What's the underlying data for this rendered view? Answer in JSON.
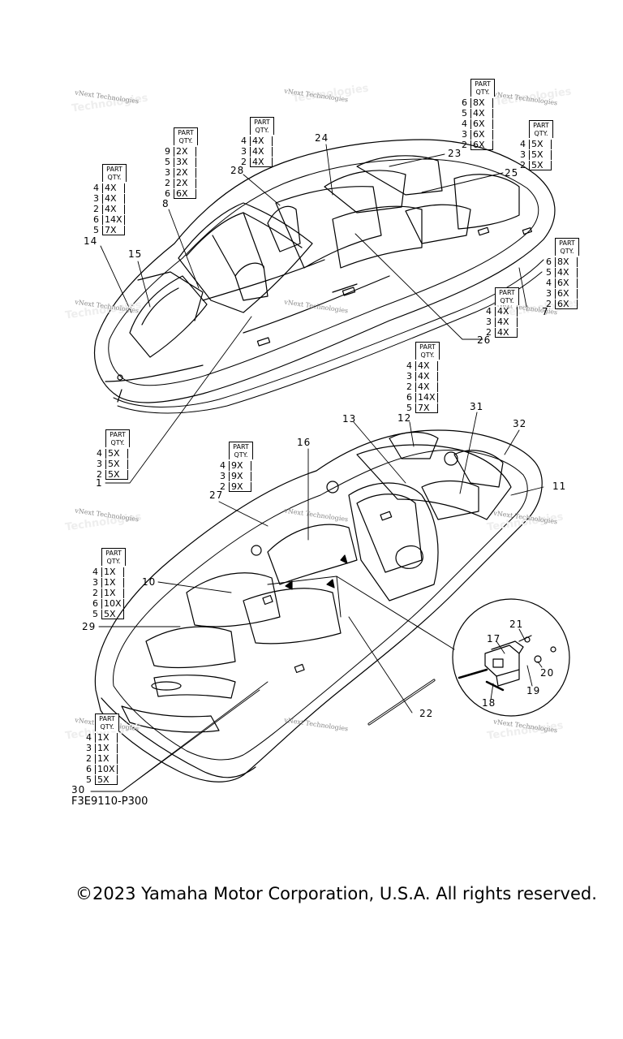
{
  "diagram_code": "F3E9110-P300",
  "copyright": "©2023 Yamaha Motor Corporation, U.S.A. All rights reserved.",
  "watermark": "vNext Technologies",
  "qty_header_line1": "PART",
  "qty_header_line2": "QTY.",
  "callouts": [
    "1",
    "8",
    "10",
    "11",
    "12",
    "13",
    "14",
    "15",
    "16",
    "17",
    "18",
    "19",
    "20",
    "21",
    "22",
    "23",
    "24",
    "25",
    "26",
    "27",
    "28",
    "29",
    "30",
    "31",
    "32"
  ],
  "qty_tables": [
    {
      "part": "28",
      "rows": [
        [
          "4",
          "4X"
        ],
        [
          "3",
          "4X"
        ],
        [
          "2",
          "4X"
        ]
      ]
    },
    {
      "part": "8",
      "rows": [
        [
          "9",
          "2X"
        ],
        [
          "5",
          "3X"
        ],
        [
          "3",
          "2X"
        ],
        [
          "2",
          "2X"
        ],
        [
          "6",
          "6X"
        ]
      ]
    },
    {
      "part": "14",
      "rows": [
        [
          "4",
          "4X"
        ],
        [
          "3",
          "4X"
        ],
        [
          "2",
          "4X"
        ],
        [
          "6",
          "14X"
        ],
        [
          "5",
          "7X"
        ]
      ]
    },
    {
      "part": "23",
      "rows": [
        [
          "6",
          "8X"
        ],
        [
          "5",
          "4X"
        ],
        [
          "4",
          "6X"
        ],
        [
          "3",
          "6X"
        ],
        [
          "2",
          "6X"
        ]
      ]
    },
    {
      "part": "25",
      "rows": [
        [
          "4",
          "5X"
        ],
        [
          "3",
          "5X"
        ],
        [
          "2",
          "5X"
        ]
      ]
    },
    {
      "part": "7",
      "rows": [
        [
          "6",
          "8X"
        ],
        [
          "5",
          "4X"
        ],
        [
          "4",
          "6X"
        ],
        [
          "3",
          "6X"
        ],
        [
          "2",
          "6X"
        ]
      ]
    },
    {
      "part": "26",
      "rows": [
        [
          "4",
          "4X"
        ],
        [
          "3",
          "4X"
        ],
        [
          "2",
          "4X"
        ]
      ]
    },
    {
      "part": "31",
      "rows": [
        [
          "4",
          "4X"
        ],
        [
          "3",
          "4X"
        ],
        [
          "2",
          "4X"
        ],
        [
          "6",
          "14X"
        ],
        [
          "5",
          "7X"
        ]
      ]
    },
    {
      "part": "1",
      "rows": [
        [
          "4",
          "5X"
        ],
        [
          "3",
          "5X"
        ],
        [
          "2",
          "5X"
        ]
      ]
    },
    {
      "part": "27",
      "rows": [
        [
          "4",
          "9X"
        ],
        [
          "3",
          "9X"
        ],
        [
          "2",
          "9X"
        ]
      ]
    },
    {
      "part": "29",
      "rows": [
        [
          "4",
          "1X"
        ],
        [
          "3",
          "1X"
        ],
        [
          "2",
          "1X"
        ],
        [
          "6",
          "10X"
        ],
        [
          "5",
          "5X"
        ]
      ]
    },
    {
      "part": "30",
      "rows": [
        [
          "4",
          "1X"
        ],
        [
          "3",
          "1X"
        ],
        [
          "2",
          "1X"
        ],
        [
          "6",
          "10X"
        ],
        [
          "5",
          "5X"
        ]
      ]
    }
  ]
}
